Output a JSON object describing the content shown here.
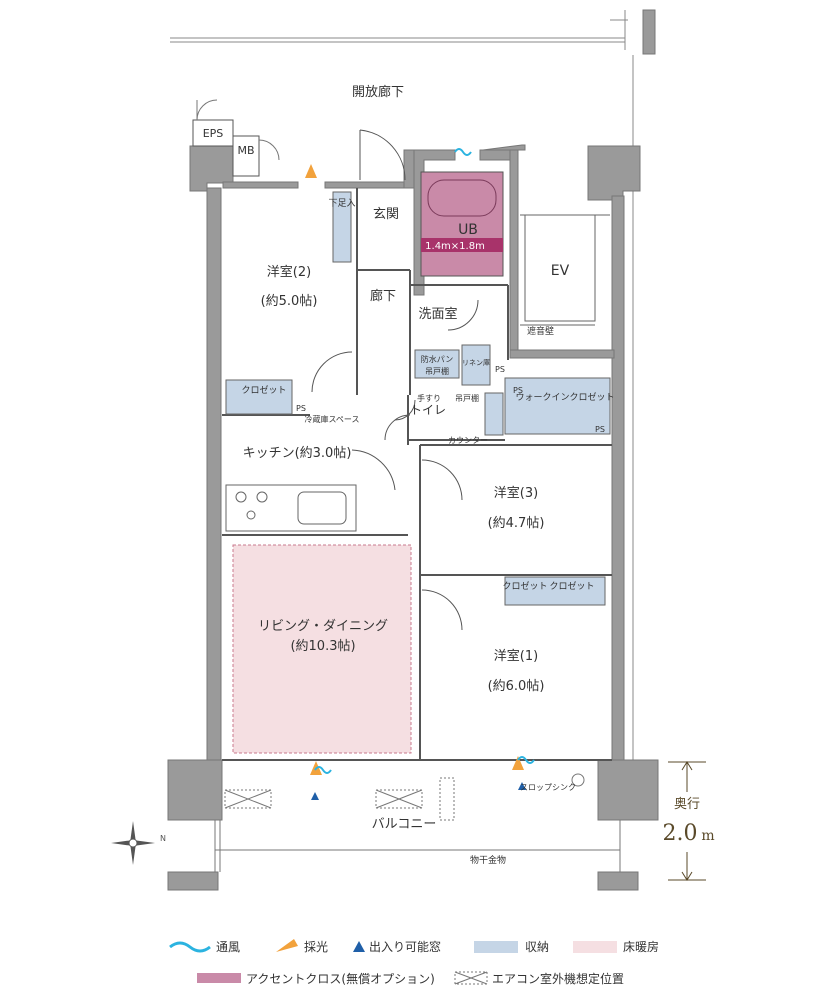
{
  "rooms": {
    "corridor_open": "開放廊下",
    "eps": "EPS",
    "mb": "MB",
    "entrance": "玄関",
    "shoe_storage": "下足入",
    "hall": "廊下",
    "western_2_name": "洋室(2)",
    "western_2_size": "(約5.0帖)",
    "ub": "UB",
    "ub_size": "1.4m×1.8m",
    "ev": "EV",
    "sound_wall": "遮音壁",
    "washroom": "洗面室",
    "waterproof_pan": "防水パン",
    "hanging_shelf": "吊戸棚",
    "linen": "リネン庫",
    "ps": "PS",
    "closet": "クロゼット",
    "fridge": "冷蔵庫スペース",
    "toilet": "トイレ",
    "handrail": "手すり",
    "hanging_shelf_2": "吊戸棚",
    "counter": "カウンター",
    "walkin": "ウォークインクロゼット",
    "kitchen": "キッチン(約3.0帖)",
    "western_3_name": "洋室(3)",
    "western_3_size": "(約4.7帖)",
    "living_name": "リビング・ダイニング",
    "living_size": "(約10.3帖)",
    "western_1_name": "洋室(1)",
    "western_1_size": "(約6.0帖)",
    "slop_sink": "スロップシンク",
    "balcony": "バルコニー",
    "dryer": "物干金物"
  },
  "depth": {
    "label": "奥行",
    "value": "2.0",
    "unit": "m"
  },
  "legend": [
    {
      "label": "通風",
      "icon": "wave-icon",
      "color": "#2bb3e0"
    },
    {
      "label": "採光",
      "icon": "light-ray-icon",
      "color": "#f2a23c"
    },
    {
      "label": "出入り可能窓",
      "icon": "triangle-icon",
      "color": "#1f5fa8"
    },
    {
      "label": "収納",
      "icon": "storage-swatch",
      "color": "#c5d5e6"
    },
    {
      "label": "床暖房",
      "icon": "floor-heating-swatch",
      "color": "#f5dfe2"
    },
    {
      "label": "アクセントクロス(無償オプション)",
      "icon": "accent-swatch",
      "color": "#c98aa8"
    },
    {
      "label": "エアコン室外機想定位置",
      "icon": "ac-unit-icon",
      "color": "#777777"
    }
  ],
  "colors": {
    "storage": "#c5d5e6",
    "floor_heat": "#f5dfe2",
    "accent": "#b5467a",
    "wall": "#8a8a8a"
  }
}
